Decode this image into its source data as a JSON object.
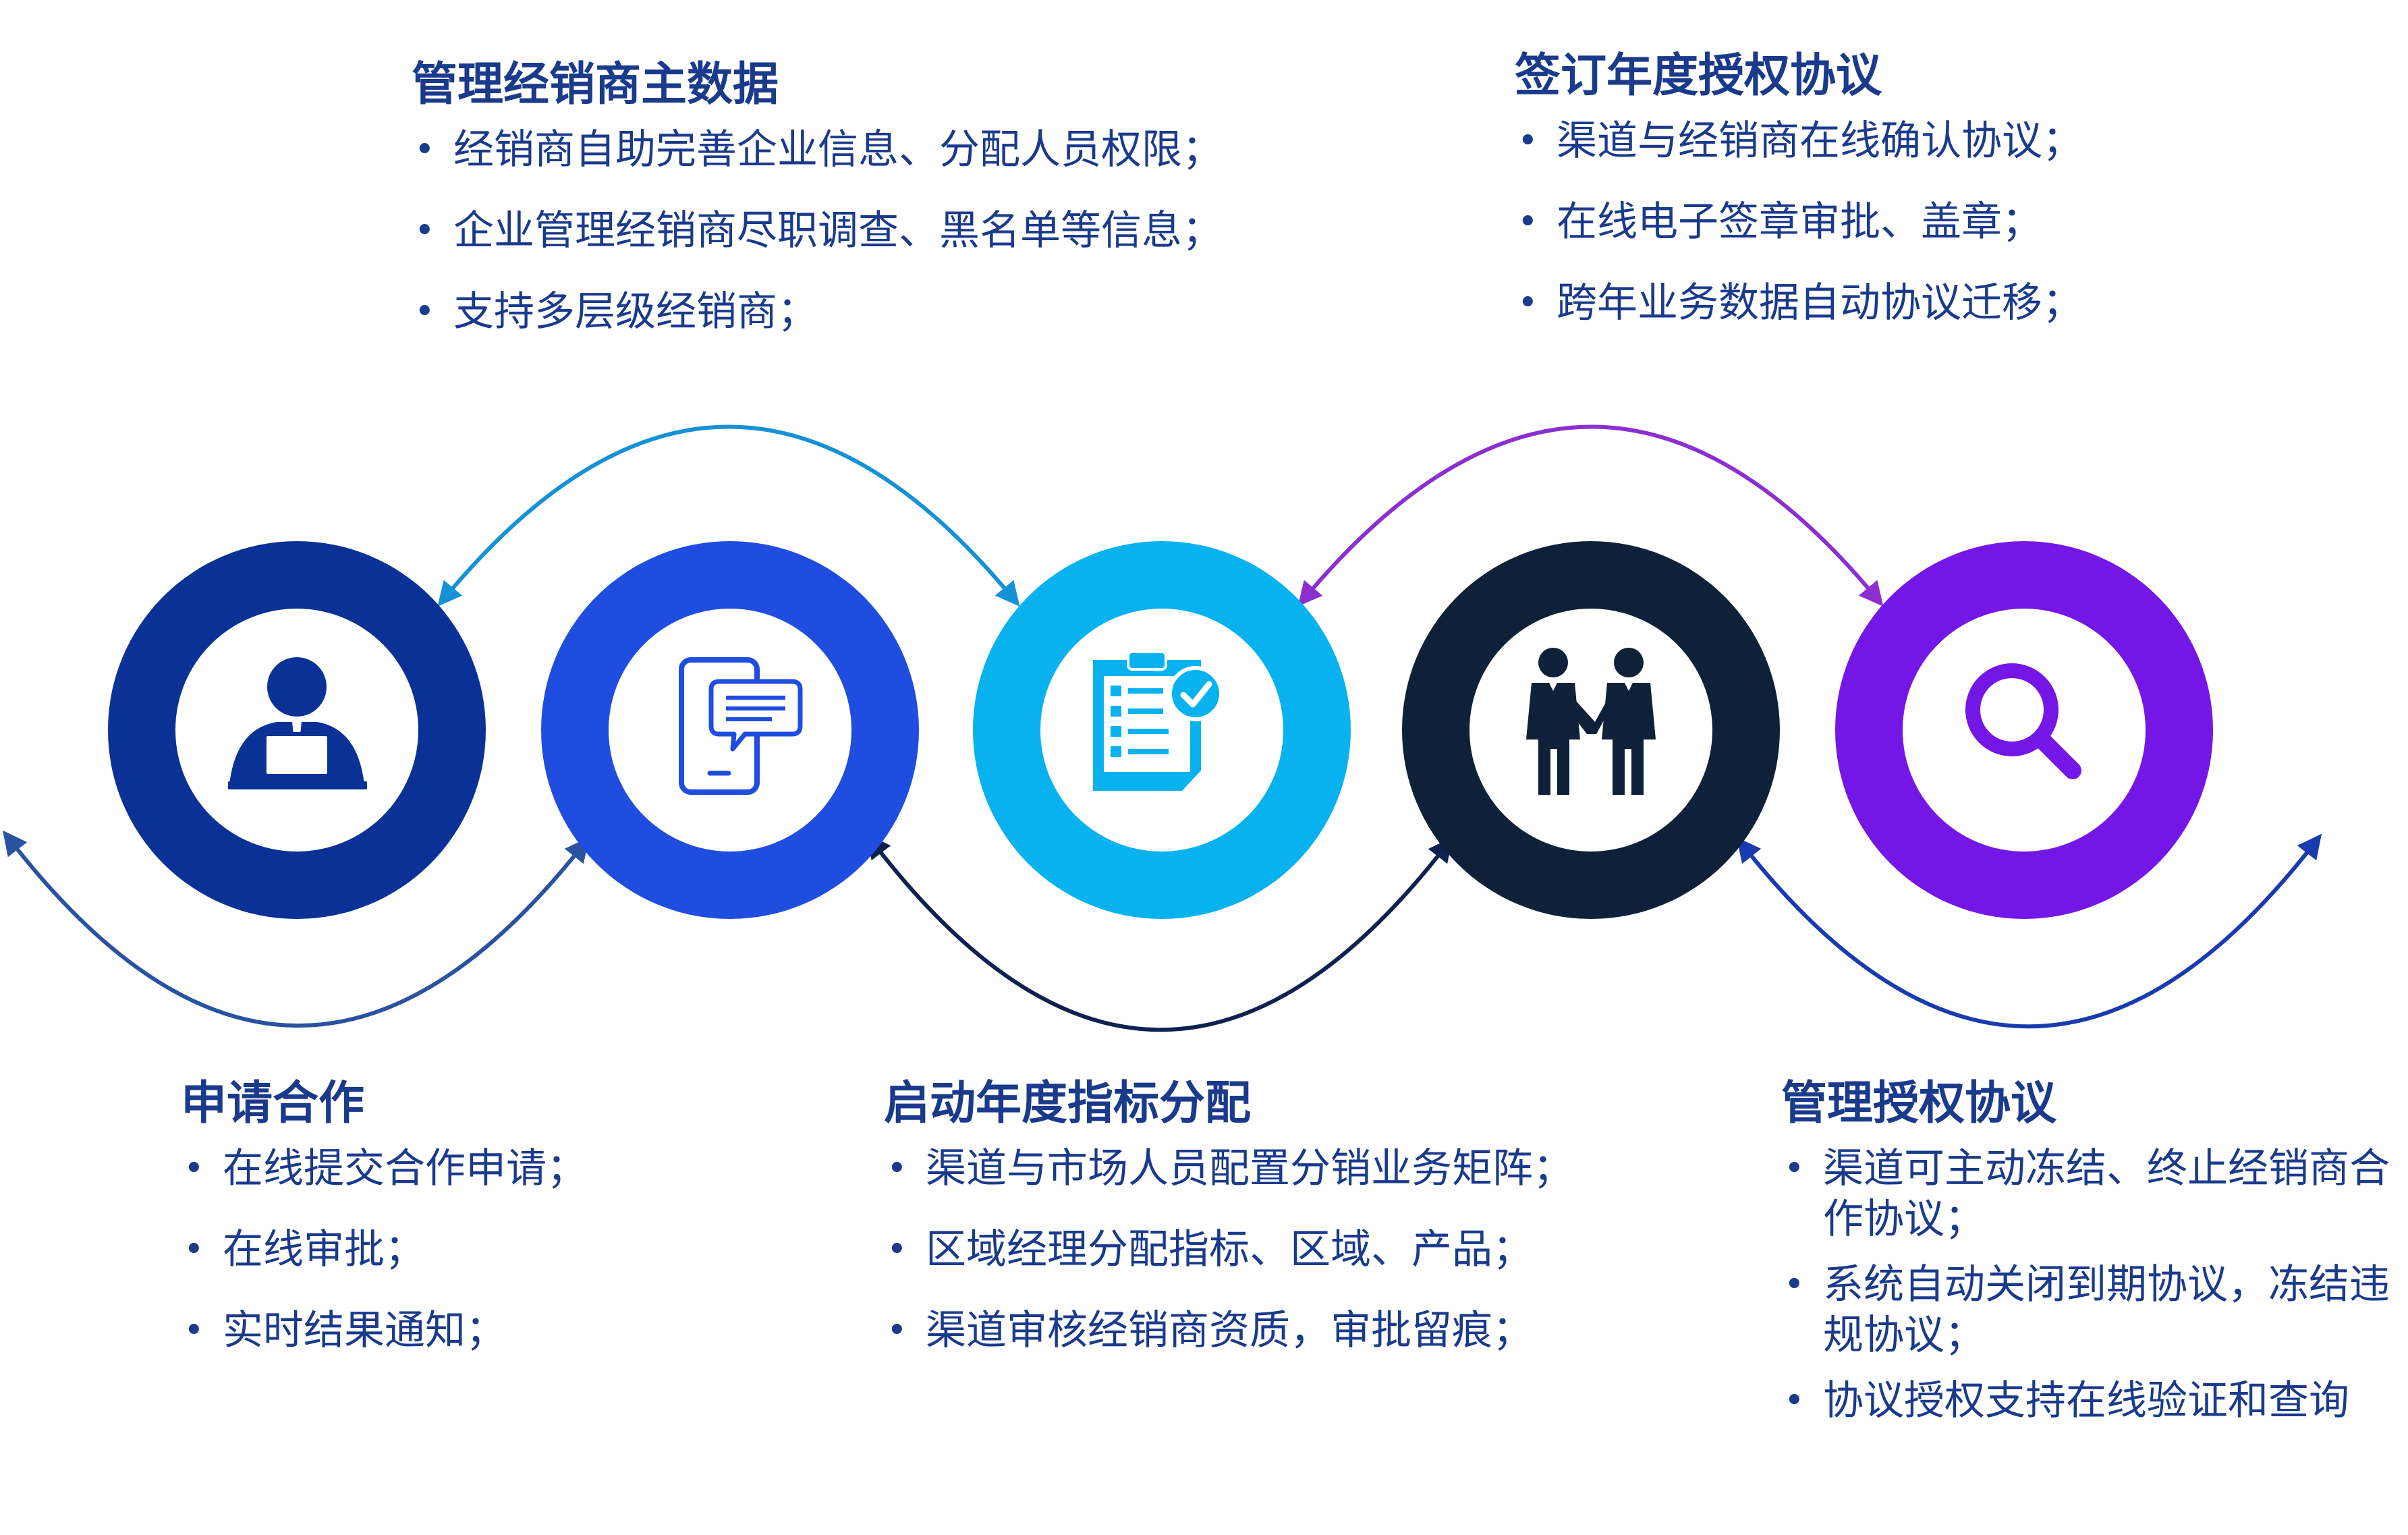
{
  "colors": {
    "circle_1": "#0a3195",
    "circle_2": "#1f4de0",
    "circle_3": "#08b2ef",
    "circle_4": "#0e2138",
    "circle_5": "#7417e6",
    "arrow_top_left": "#1591d6",
    "arrow_top_right": "#8c2fd0",
    "arrow_bottom_1": "#29539f",
    "arrow_bottom_2": "#0e2250",
    "arrow_bottom_3": "#1a3ab0",
    "text": "#1a3a8c"
  },
  "steps": [
    {
      "icon": "person-at-laptop-icon"
    },
    {
      "icon": "phone-chat-icon"
    },
    {
      "icon": "clipboard-checklist-icon"
    },
    {
      "icon": "handshake-icon"
    },
    {
      "icon": "magnifier-icon"
    }
  ],
  "blocks": {
    "master_data": {
      "title": "管理经销商主数据",
      "items": [
        "经销商自助完善企业信息、分配人员权限；",
        "企业管理经销商尽职调查、黑名单等信息；",
        "支持多层级经销商；"
      ]
    },
    "sign_agreement": {
      "title": "签订年度授权协议",
      "items": [
        "渠道与经销商在线确认协议；",
        "在线电子签章审批、盖章；",
        "跨年业务数据自动协议迁移；"
      ]
    },
    "apply": {
      "title": "申请合作",
      "items": [
        "在线提交合作申请；",
        "在线审批；",
        "实时结果通知；"
      ]
    },
    "targets": {
      "title": "启动年度指标分配",
      "items": [
        "渠道与市场人员配置分销业务矩阵；",
        "区域经理分配指标、区域、产品；",
        "渠道审核经销商资质，审批留痕；"
      ]
    },
    "manage_agreement": {
      "title": "管理授权协议",
      "items": [
        "渠道可主动冻结、终止经销商合作协议；",
        "系统自动关闭到期协议，冻结违规协议；",
        "协议授权支持在线验证和查询"
      ]
    }
  }
}
